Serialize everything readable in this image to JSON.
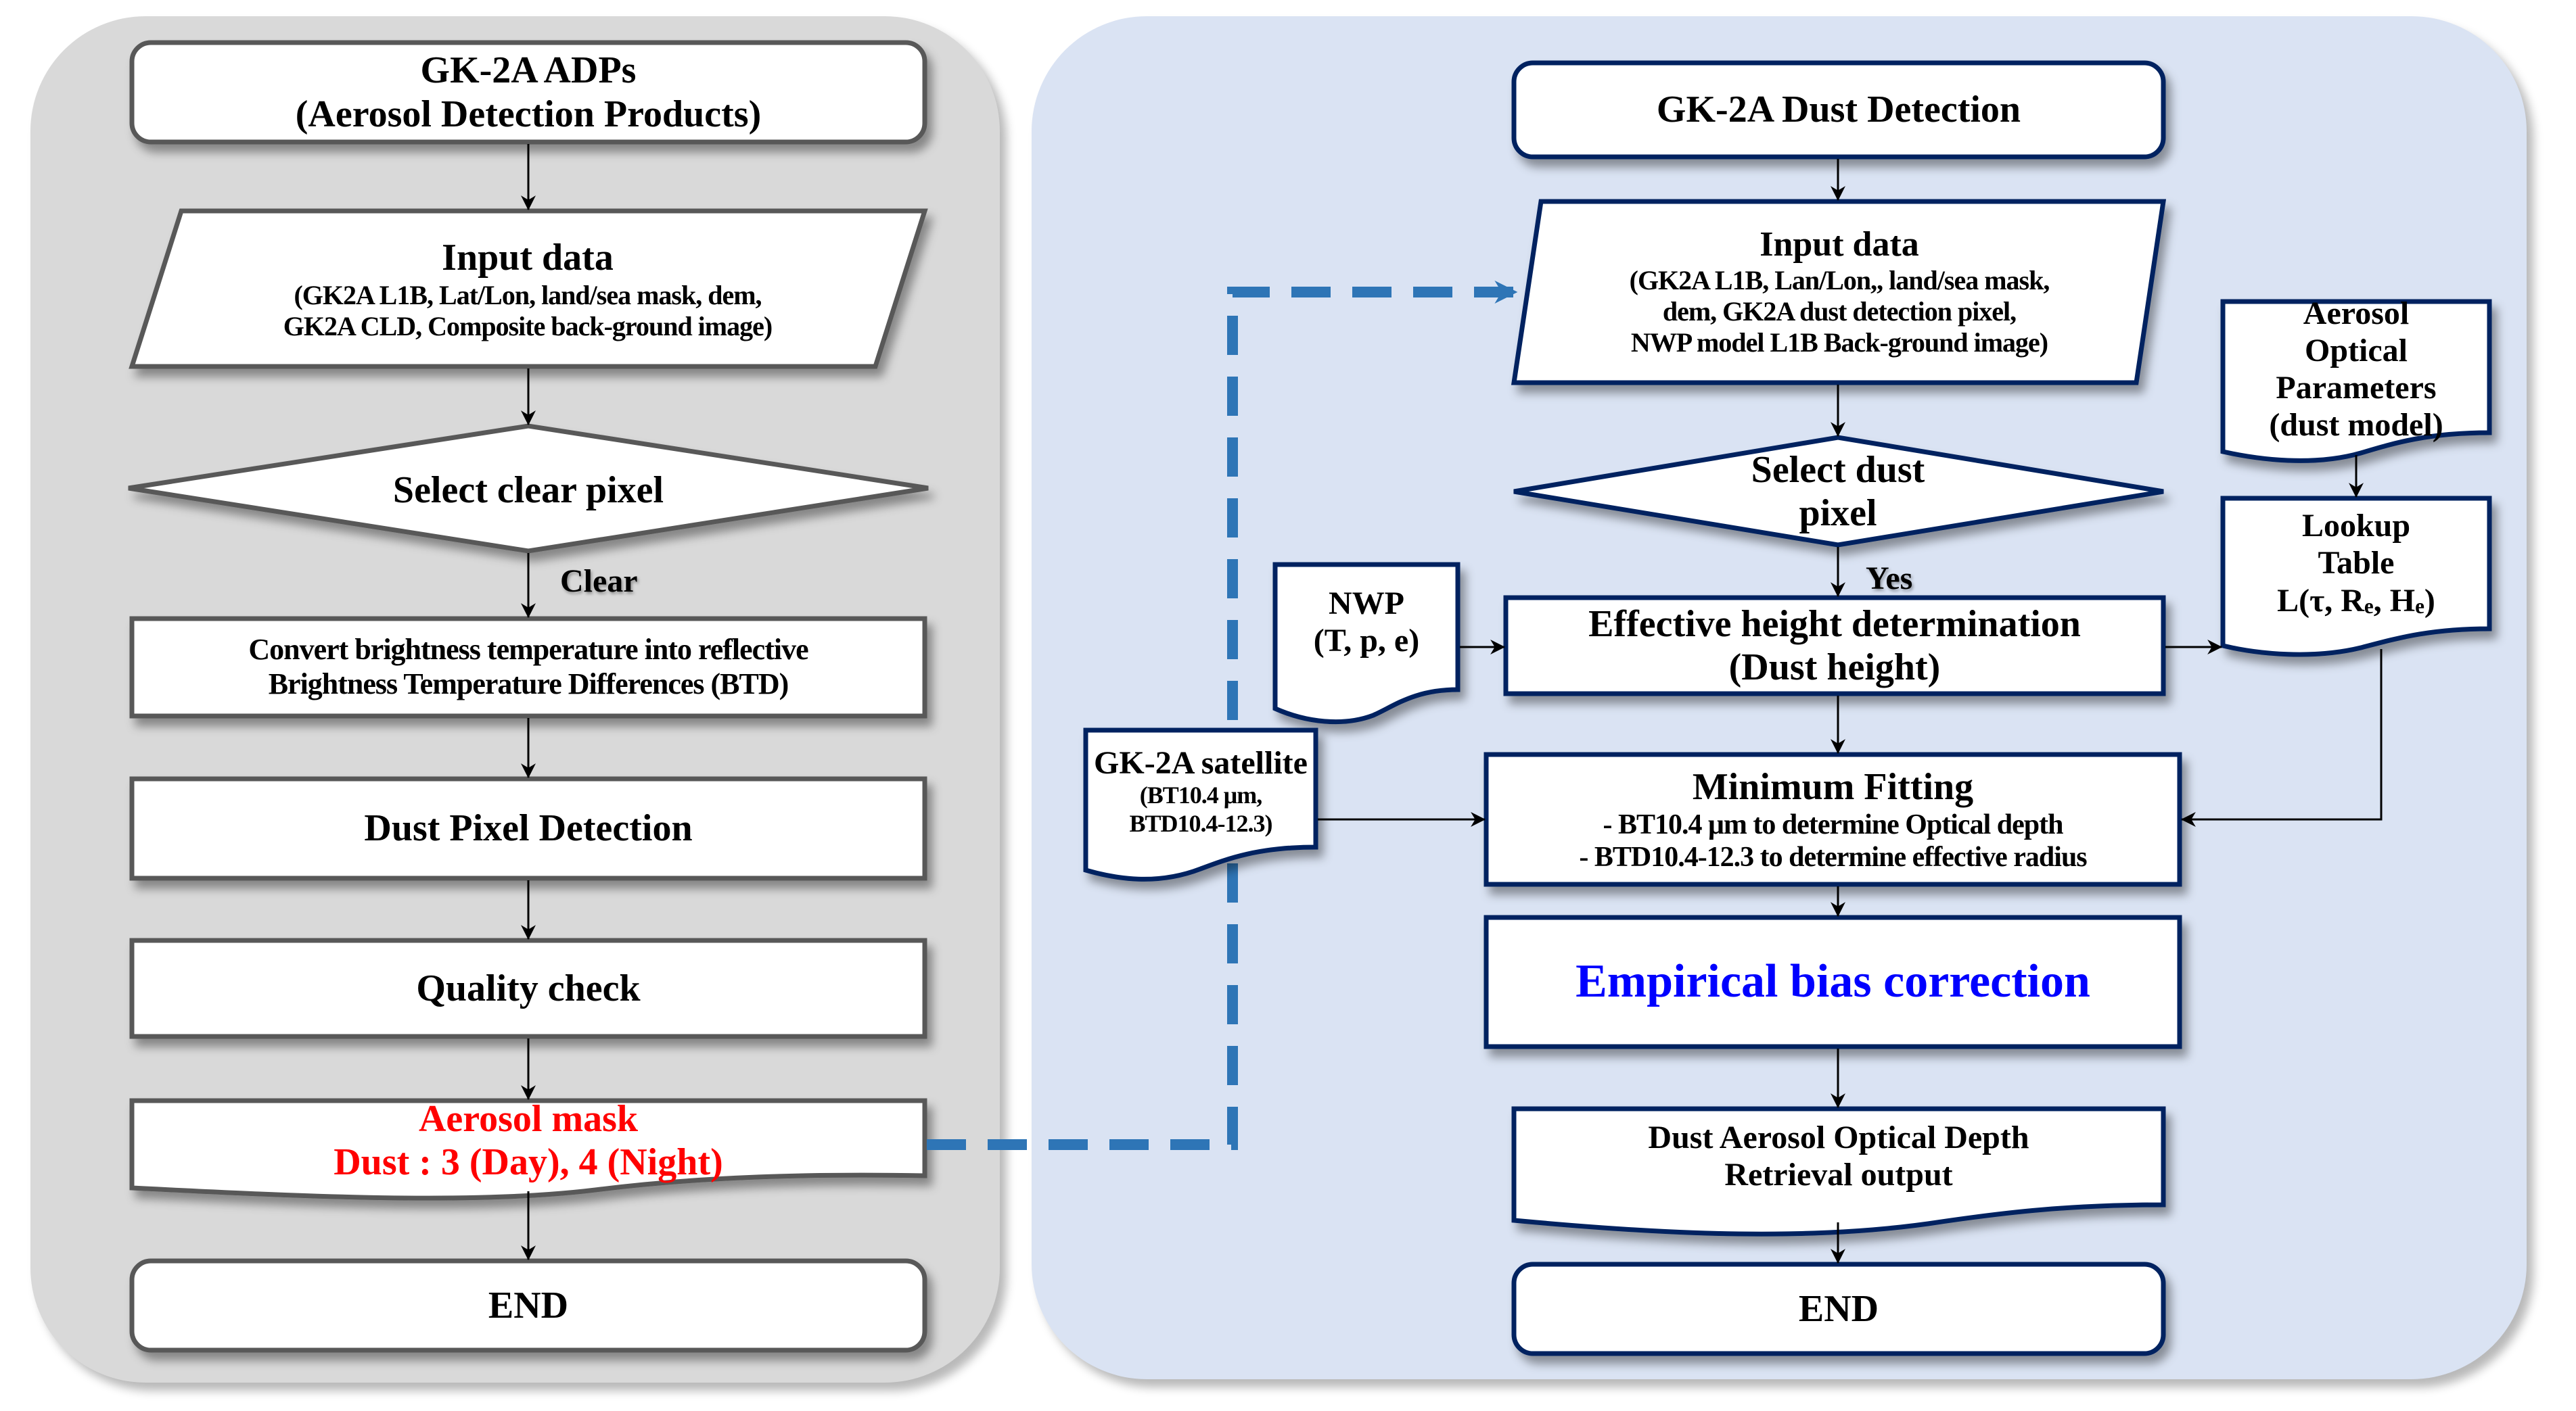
{
  "colors": {
    "left_panel_bg": "#d9d9d9",
    "right_panel_bg": "#dae3f3",
    "left_stroke": "#595959",
    "right_stroke": "#002060",
    "dashed_connector": "#2e75b6",
    "highlight_red": "#ff0000",
    "highlight_blue": "#0000ff"
  },
  "left_flow": {
    "title": {
      "line1": "GK-2A ADPs",
      "line2": "(Aerosol Detection  Products)"
    },
    "input": {
      "heading": "Input data",
      "line1": "(GK2A  L1B,  Lat/Lon,  land/sea  mask,  dem,",
      "line2": "GK2A CLD, Composite back-ground image)"
    },
    "decision": "Select clear pixel",
    "decision_edge_label": "Clear",
    "convert": {
      "line1": "Convert brightness temperature into reflective",
      "line2": "Brightness Temperature Differences (BTD)"
    },
    "dust_pixel": "Dust Pixel Detection",
    "quality": "Quality check",
    "mask": {
      "line1": "Aerosol mask",
      "line2": "Dust : 3 (Day), 4 (Night)"
    },
    "end": "END"
  },
  "right_flow": {
    "title": "GK-2A Dust Detection",
    "input": {
      "heading": "Input data",
      "line1": "(GK2A L1B, Lan/Lon,, land/sea mask,",
      "line2": "dem, GK2A dust detection pixel,",
      "line3": "NWP model L1B Back-ground image)"
    },
    "decision": {
      "line1": "Select dust",
      "line2": "pixel"
    },
    "decision_edge_label": "Yes",
    "nwp": {
      "line1": "NWP",
      "line2": "(T, p, e)"
    },
    "effective_height": {
      "line1": "Effective height determination",
      "line2": "(Dust height)"
    },
    "aerosol_params": {
      "line1": "Aerosol",
      "line2": "Optical",
      "line3": "Parameters",
      "line4": "(dust model)"
    },
    "lookup": {
      "line1": "Lookup",
      "line2": "Table",
      "fn_prefix": "L(τ, R",
      "sub1": "e",
      "mid": ", H",
      "sub2": "e",
      "fn_suffix": ")"
    },
    "satellite": {
      "line1": "GK-2A satellite",
      "line2": "(BT10.4 μm,",
      "line3": "BTD10.4-12.3)"
    },
    "min_fitting": {
      "line1": "Minimum Fitting",
      "line2": "- BT10.4 μm to determine Optical depth",
      "line3": "- BTD10.4-12.3 to determine effective radius"
    },
    "empirical": "Empirical bias correction",
    "output": {
      "line1": "Dust Aerosol Optical Depth",
      "line2": "Retrieval output"
    },
    "end": "END"
  }
}
